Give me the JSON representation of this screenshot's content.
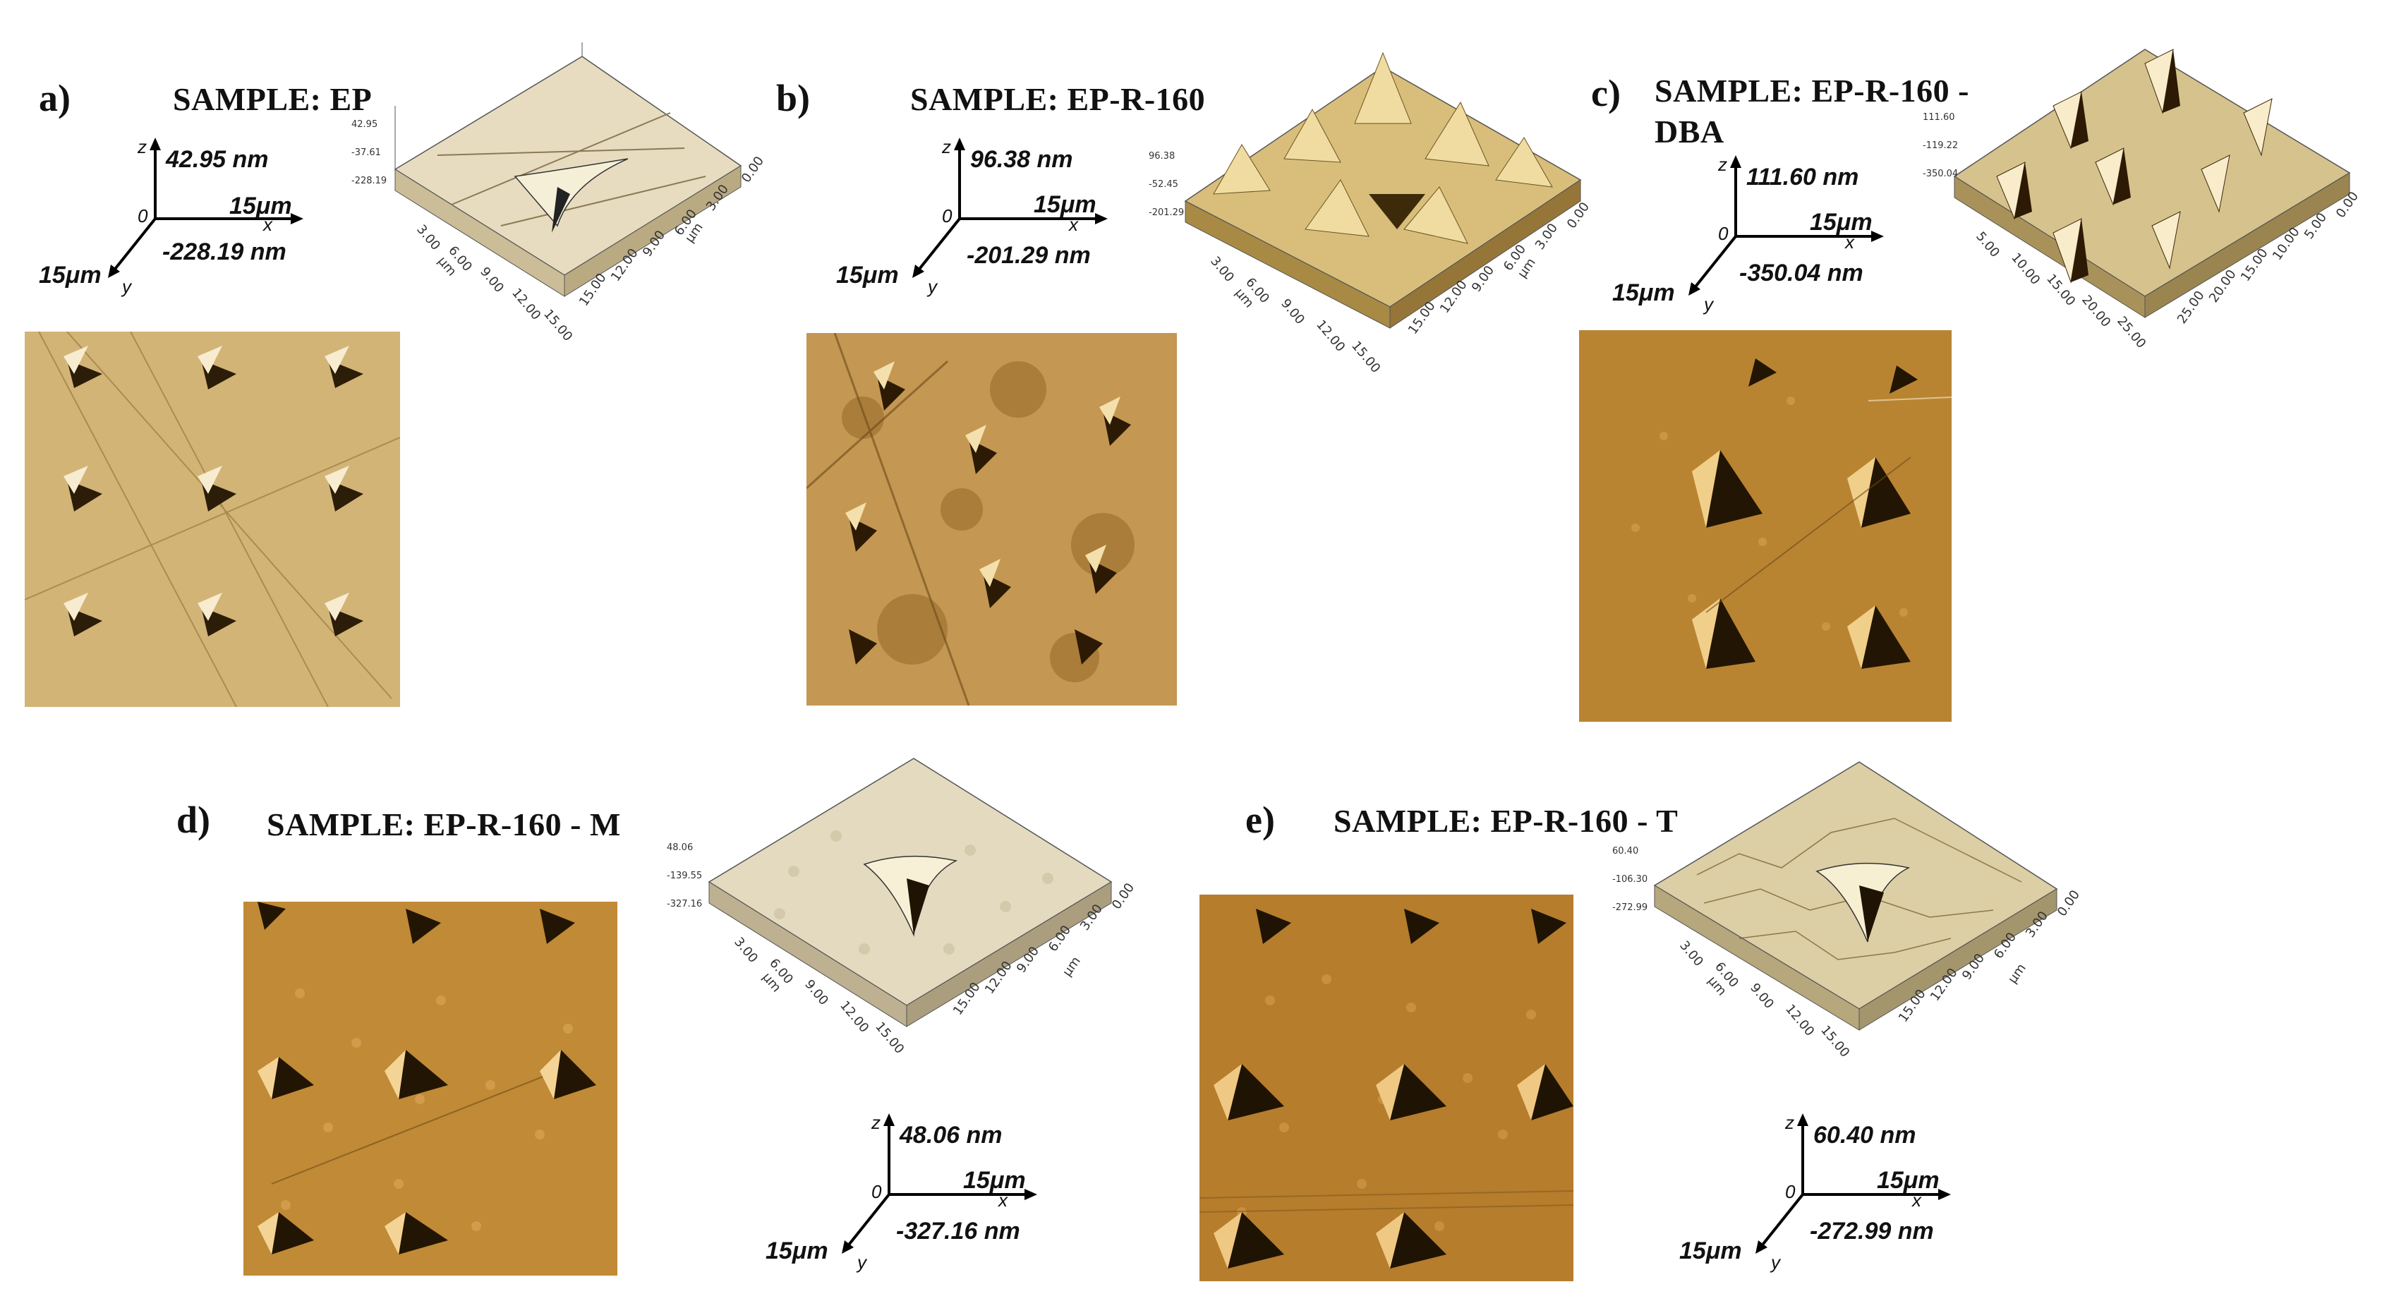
{
  "panels": [
    {
      "letter": "a)",
      "title": "SAMPLE: EP",
      "axis": {
        "z_max": "42.95 nm",
        "z_min": "-228.19 nm",
        "x_len": "15μm",
        "y_len": "15μm",
        "origin": "0",
        "x": "x",
        "y": "y",
        "z": "z"
      },
      "surface": {
        "zticks": [
          "42.95",
          "-37.61",
          "-228.19"
        ],
        "axis_ticks": [
          "3.00",
          "6.00",
          "9.00",
          "12.00",
          "15.00"
        ],
        "right_ticks": [
          "0.00",
          "3.00",
          "6.00",
          "9.00",
          "12.00",
          "15.00"
        ],
        "unit": "μm"
      }
    },
    {
      "letter": "b)",
      "title": "SAMPLE: EP-R-160",
      "axis": {
        "z_max": "96.38 nm",
        "z_min": "-201.29 nm",
        "x_len": "15μm",
        "y_len": "15μm",
        "origin": "0",
        "x": "x",
        "y": "y",
        "z": "z"
      },
      "surface": {
        "zticks": [
          "96.38",
          "-52.45",
          "-201.29"
        ],
        "axis_ticks": [
          "3.00",
          "6.00",
          "9.00",
          "12.00",
          "15.00"
        ],
        "right_ticks": [
          "0.00",
          "3.00",
          "6.00",
          "9.00",
          "12.00",
          "15.00"
        ],
        "unit": "μm"
      }
    },
    {
      "letter": "c)",
      "title": "SAMPLE: EP-R-160 -",
      "title2": "DBA",
      "axis": {
        "z_max": "111.60 nm",
        "z_min": "-350.04 nm",
        "x_len": "15μm",
        "y_len": "15μm",
        "origin": "0",
        "x": "x",
        "y": "y",
        "z": "z"
      },
      "surface": {
        "zticks": [
          "111.60",
          "-119.22",
          "-350.04"
        ],
        "axis_ticks": [
          "5.00",
          "10.00",
          "15.00",
          "20.00",
          "25.00"
        ],
        "right_ticks": [
          "0.00",
          "5.00",
          "10.00",
          "15.00",
          "20.00",
          "25.00"
        ],
        "unit": "μm"
      }
    },
    {
      "letter": "d)",
      "title": "SAMPLE: EP-R-160 - M",
      "axis": {
        "z_max": "48.06 nm",
        "z_min": "-327.16 nm",
        "x_len": "15μm",
        "y_len": "15μm",
        "origin": "0",
        "x": "x",
        "y": "y",
        "z": "z"
      },
      "surface": {
        "zticks": [
          "48.06",
          "-139.55",
          "-327.16"
        ],
        "axis_ticks": [
          "3.00",
          "6.00",
          "9.00",
          "12.00",
          "15.00"
        ],
        "right_ticks": [
          "0.00",
          "3.00",
          "6.00",
          "9.00",
          "12.00",
          "15.00"
        ],
        "unit": "μm"
      }
    },
    {
      "letter": "e)",
      "title": "SAMPLE: EP-R-160 - T",
      "axis": {
        "z_max": "60.40 nm",
        "z_min": "-272.99 nm",
        "x_len": "15μm",
        "y_len": "15μm",
        "origin": "0",
        "x": "x",
        "y": "y",
        "z": "z"
      },
      "surface": {
        "zticks": [
          "60.40",
          "-106.30",
          "-272.99"
        ],
        "axis_ticks": [
          "3.00",
          "6.00",
          "9.00",
          "12.00",
          "15.00"
        ],
        "right_ticks": [
          "0.00",
          "3.00",
          "6.00",
          "9.00",
          "12.00",
          "15.00"
        ],
        "unit": "μm"
      }
    }
  ],
  "colors": {
    "afm_light": "#d9b676",
    "afm_mid": "#b88a3e",
    "afm_dark": "#3a2608",
    "surface_light": "#efe2bf",
    "surface_dark": "#6b5322"
  }
}
